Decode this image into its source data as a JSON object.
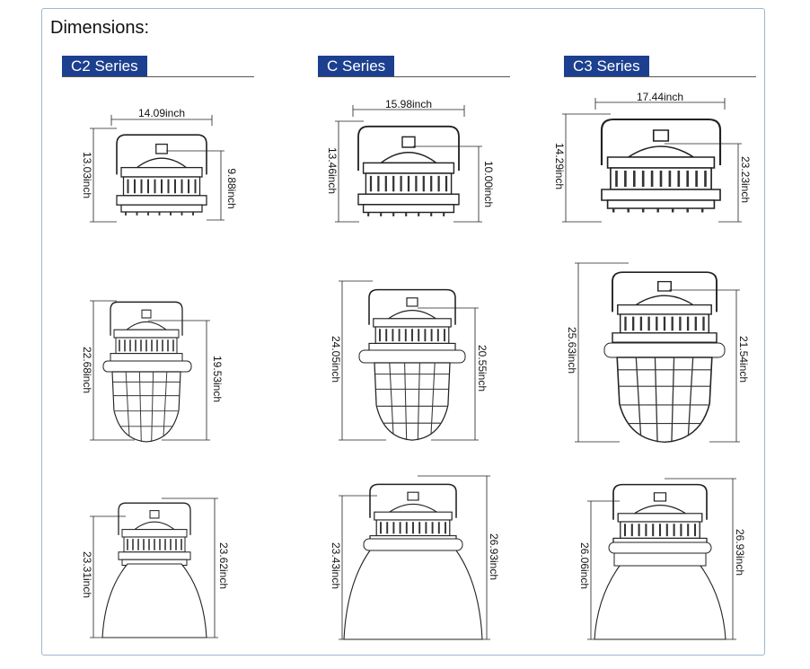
{
  "title": "Dimensions:",
  "series": [
    {
      "label": "C2 Series"
    },
    {
      "label": "C Series"
    },
    {
      "label": "C3 Series"
    }
  ],
  "dimensions": {
    "c2": {
      "top_width": "14.09inch",
      "top_height": "13.03inch",
      "top_body": "9.88inch",
      "mid_height": "22.68inch",
      "mid_body": "19.53inch",
      "bot_left": "23.31inch",
      "bot_right": "23.62inch"
    },
    "c": {
      "top_width": "15.98inch",
      "top_height": "13.46inch",
      "top_body": "10.00inch",
      "mid_height": "24.05inch",
      "mid_body": "20.55inch",
      "bot_left": "23.43inch",
      "bot_right": "26.93inch"
    },
    "c3": {
      "top_width": "17.44inch",
      "top_height": "14.29inch",
      "top_body": "23.23inch",
      "mid_height": "25.63inch",
      "mid_body": "21.54inch",
      "bot_left": "26.06inch",
      "bot_right": "26.93inch"
    }
  }
}
